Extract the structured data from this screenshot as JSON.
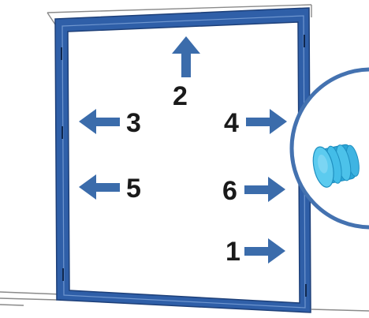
{
  "steps": [
    {
      "id": "step-2",
      "label": "2",
      "direction": "up"
    },
    {
      "id": "step-3",
      "label": "3",
      "direction": "left"
    },
    {
      "id": "step-4",
      "label": "4",
      "direction": "right"
    },
    {
      "id": "step-5",
      "label": "5",
      "direction": "left"
    },
    {
      "id": "step-6",
      "label": "6",
      "direction": "right"
    },
    {
      "id": "step-1",
      "label": "1",
      "direction": "right"
    }
  ],
  "colors": {
    "frame_blue": "#2f5fa8",
    "frame_dark": "#1d3f78",
    "arrow_blue": "#3b6cab",
    "detail_circle": "#4472b0",
    "plug_cyan": "#43bde8",
    "plug_dark": "#1f8fc0",
    "wall_line": "#8a8a8a",
    "text": "#1a1a1a"
  },
  "icons": {
    "door_frame": "door-frame-icon",
    "detail": "magnified-detail-icon",
    "plug": "rubber-bumper-plug-icon",
    "arrow": "direction-arrow-icon"
  }
}
